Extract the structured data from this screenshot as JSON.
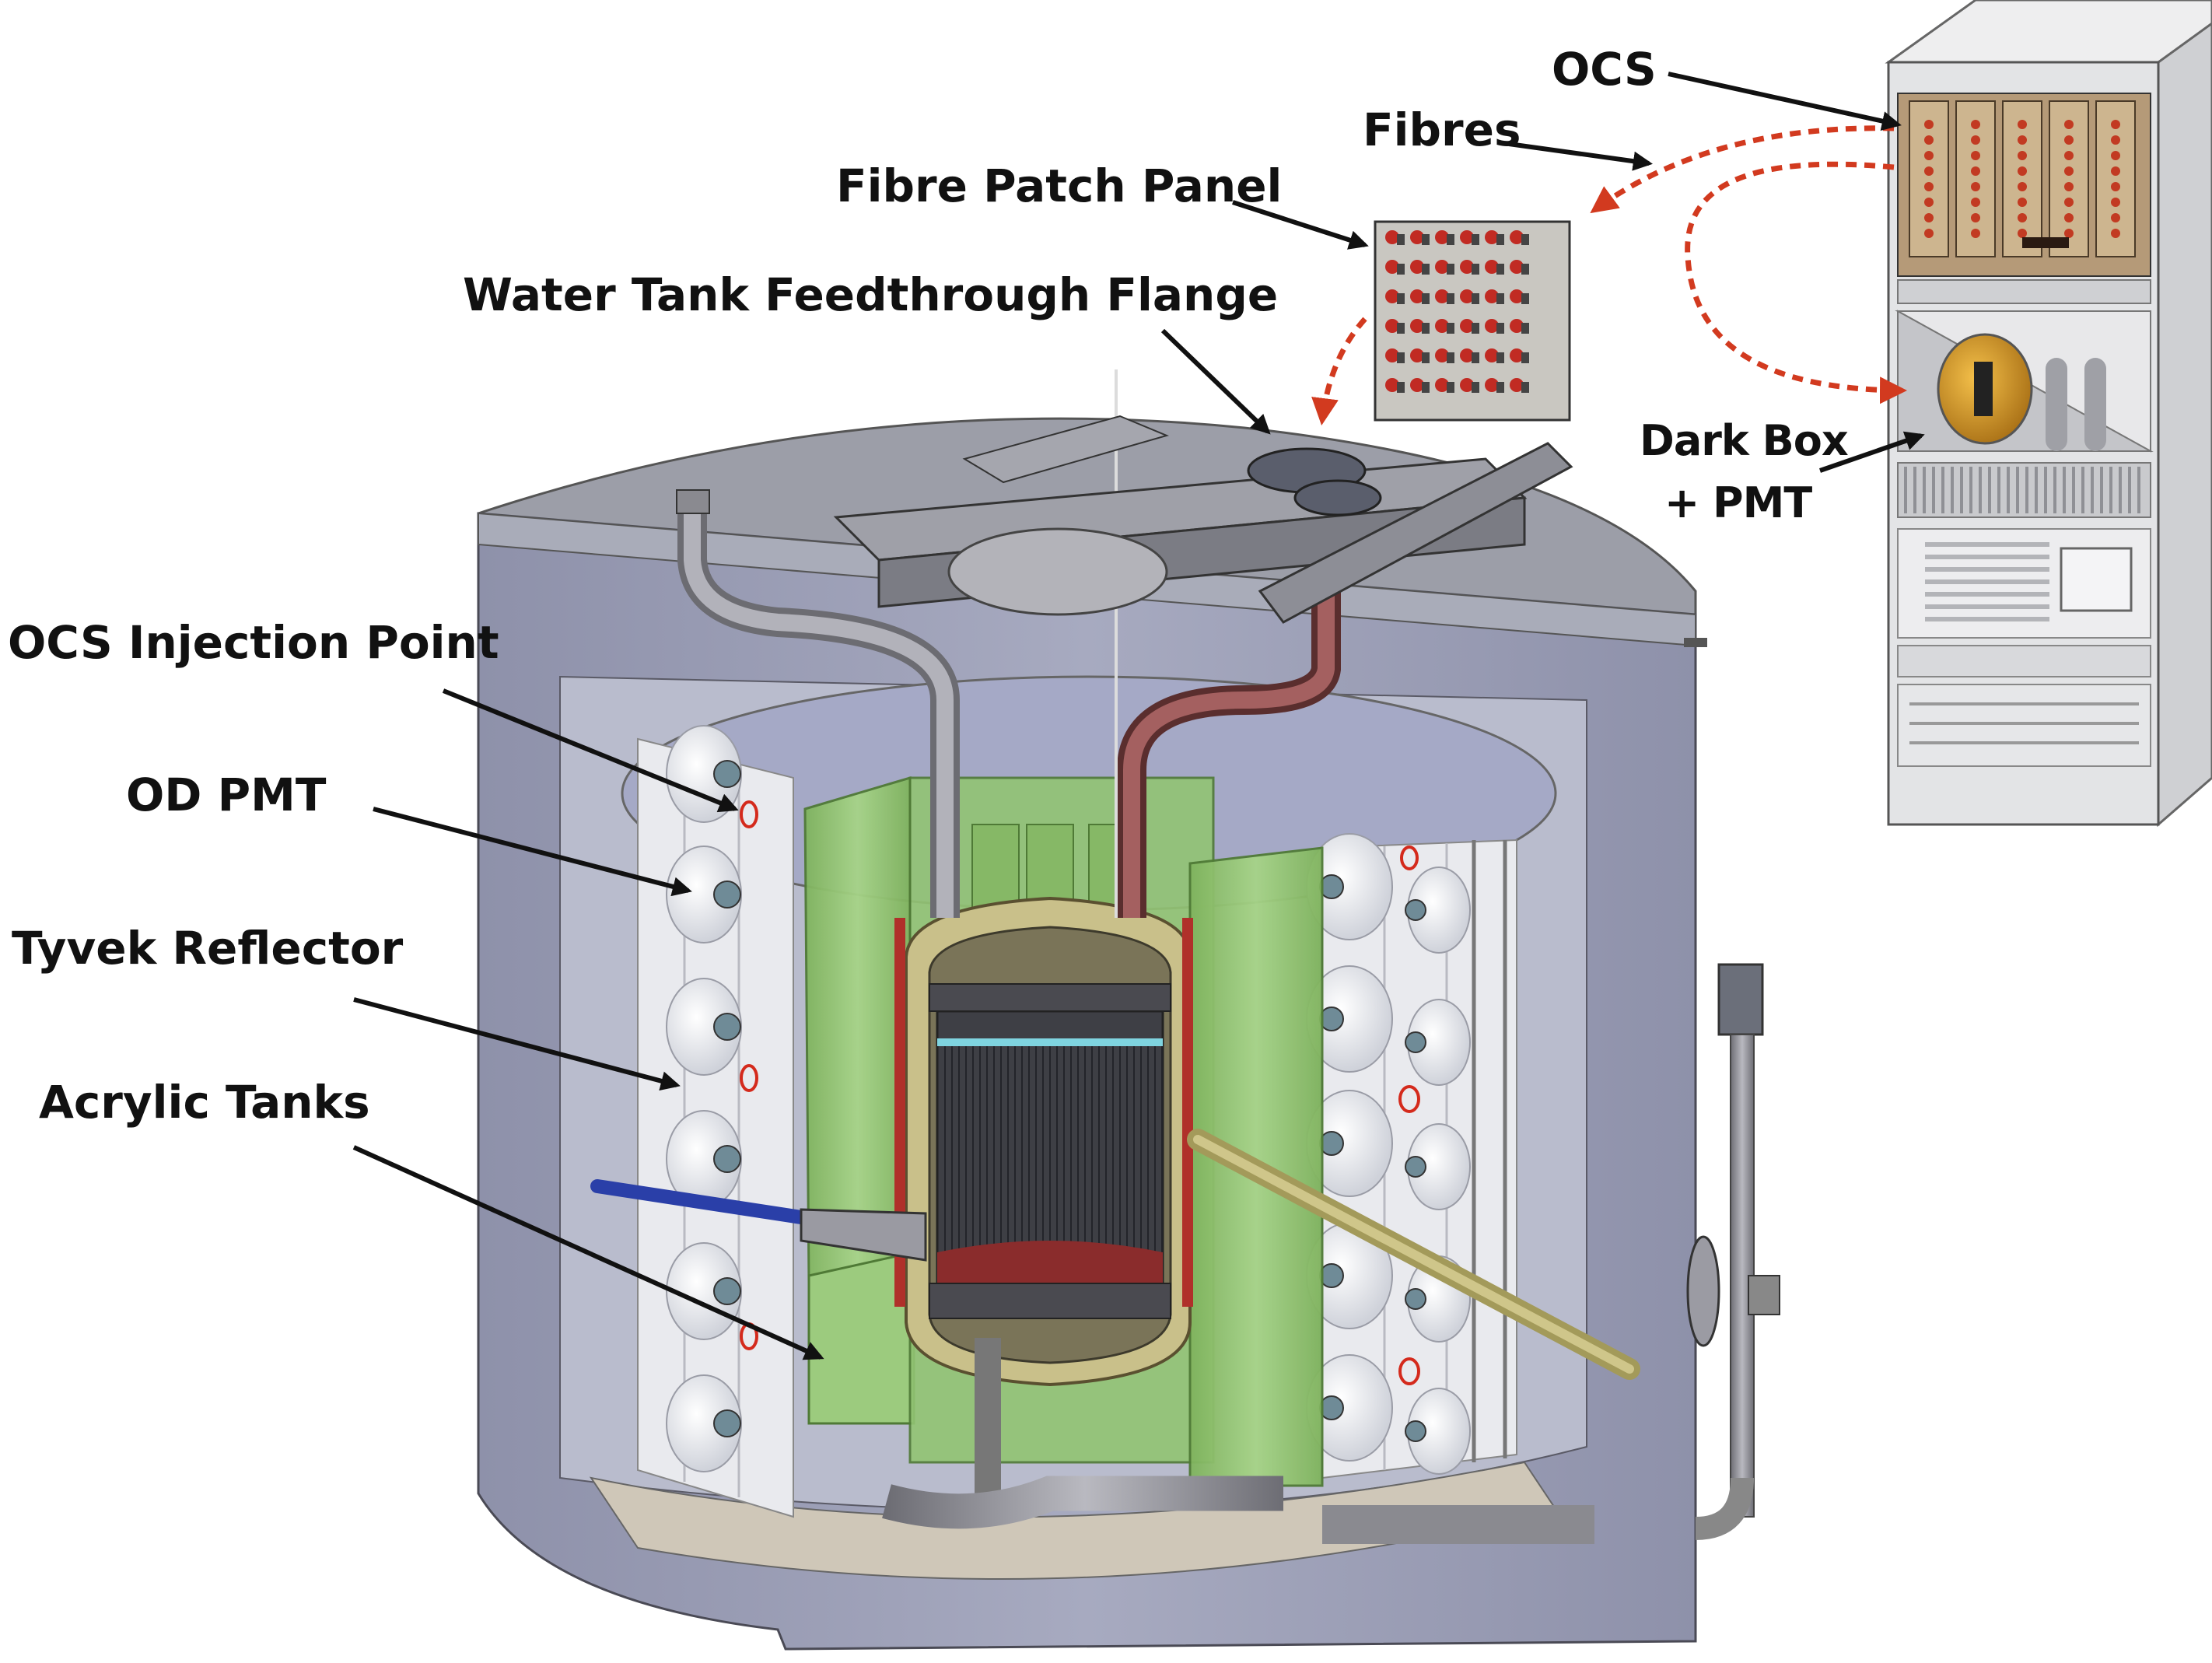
{
  "labels": {
    "ocs": "OCS",
    "fibres": "Fibres",
    "fibre_patch_panel": "Fibre Patch Panel",
    "water_tank_feedthrough_flange": "Water Tank Feedthrough Flange",
    "dark_box_line1": "Dark Box",
    "dark_box_line2": "+ PMT",
    "ocs_injection_point": "OCS Injection Point",
    "od_pmt": "OD PMT",
    "tyvek_reflector": "Tyvek Reflector",
    "acrylic_tanks": "Acrylic Tanks"
  },
  "colors": {
    "arrow": "#111111",
    "fibre_route": "#d23a1f",
    "outer_tank": "#9a9db4",
    "acrylic_green": "#8dc06a",
    "steel": "#8f8f96",
    "tyvek": "#e9eaee",
    "cabinet": "#dcdddf",
    "injection_marker": "#d42a1c"
  }
}
